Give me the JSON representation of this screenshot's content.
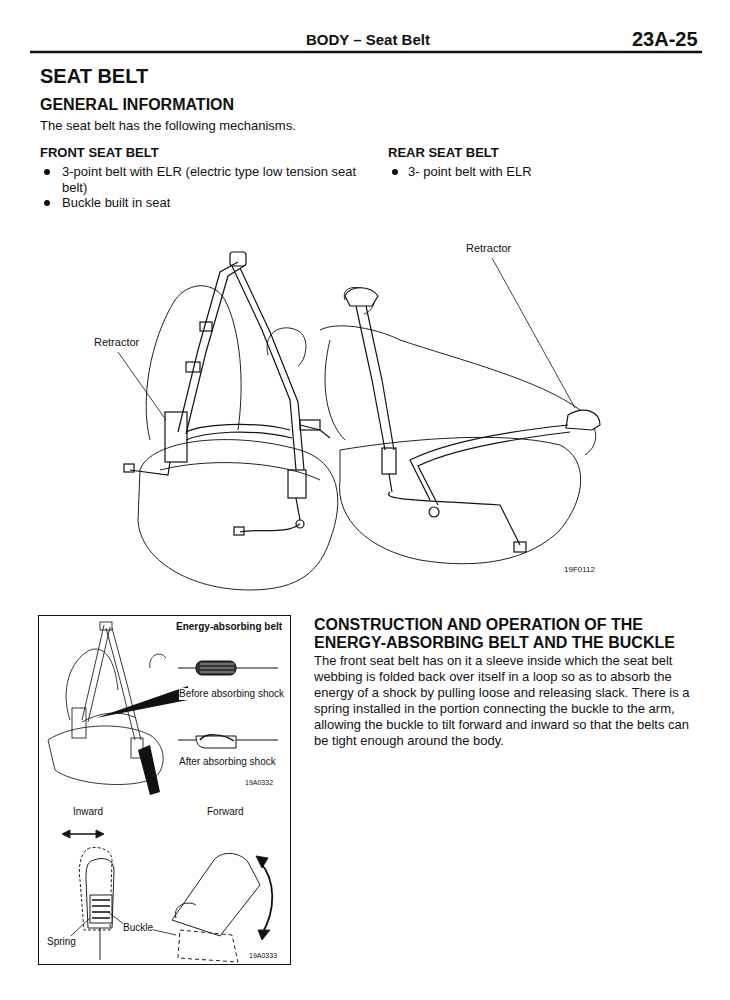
{
  "diagram": {
    "title": "SEAT BELT",
    "nodes": [
      {
        "text": [
          "Energy-absorbing belt",
          "Before absorbing shock",
          "After absorbing shock",
          "19A0332",
          "Inward",
          "Forward",
          "Spring",
          "Buckle",
          "19A0333"
        ]
      }
    ],
    "labels": [
      "BODY – Seat Belt",
      "23A-25",
      "GENERAL INFORMATION",
      "The seat belt has the following mechanisms.",
      "FRONT SEAT BELT",
      "3-point belt with ELR (electric type low tension seat belt)",
      "Buckle built in seat",
      "REAR SEAT BELT",
      "3- point belt with ELR",
      "Retractor",
      "Retractor",
      "19F0112",
      "CONSTRUCTION AND OPERATION OF THE ENERGY-ABSORBING BELT AND THE BUCKLE",
      "The front seat belt has on it a sleeve inside which the seat belt webbing is folded back over itself in a loop so as to absorb the energy of a shock by pulling loose and releasing slack. There is a spring installed in the portion connecting the buckle to the arm, allowing the buckle to tilt forward and inward so that the belts can be tight enough around the body."
    ]
  }
}
